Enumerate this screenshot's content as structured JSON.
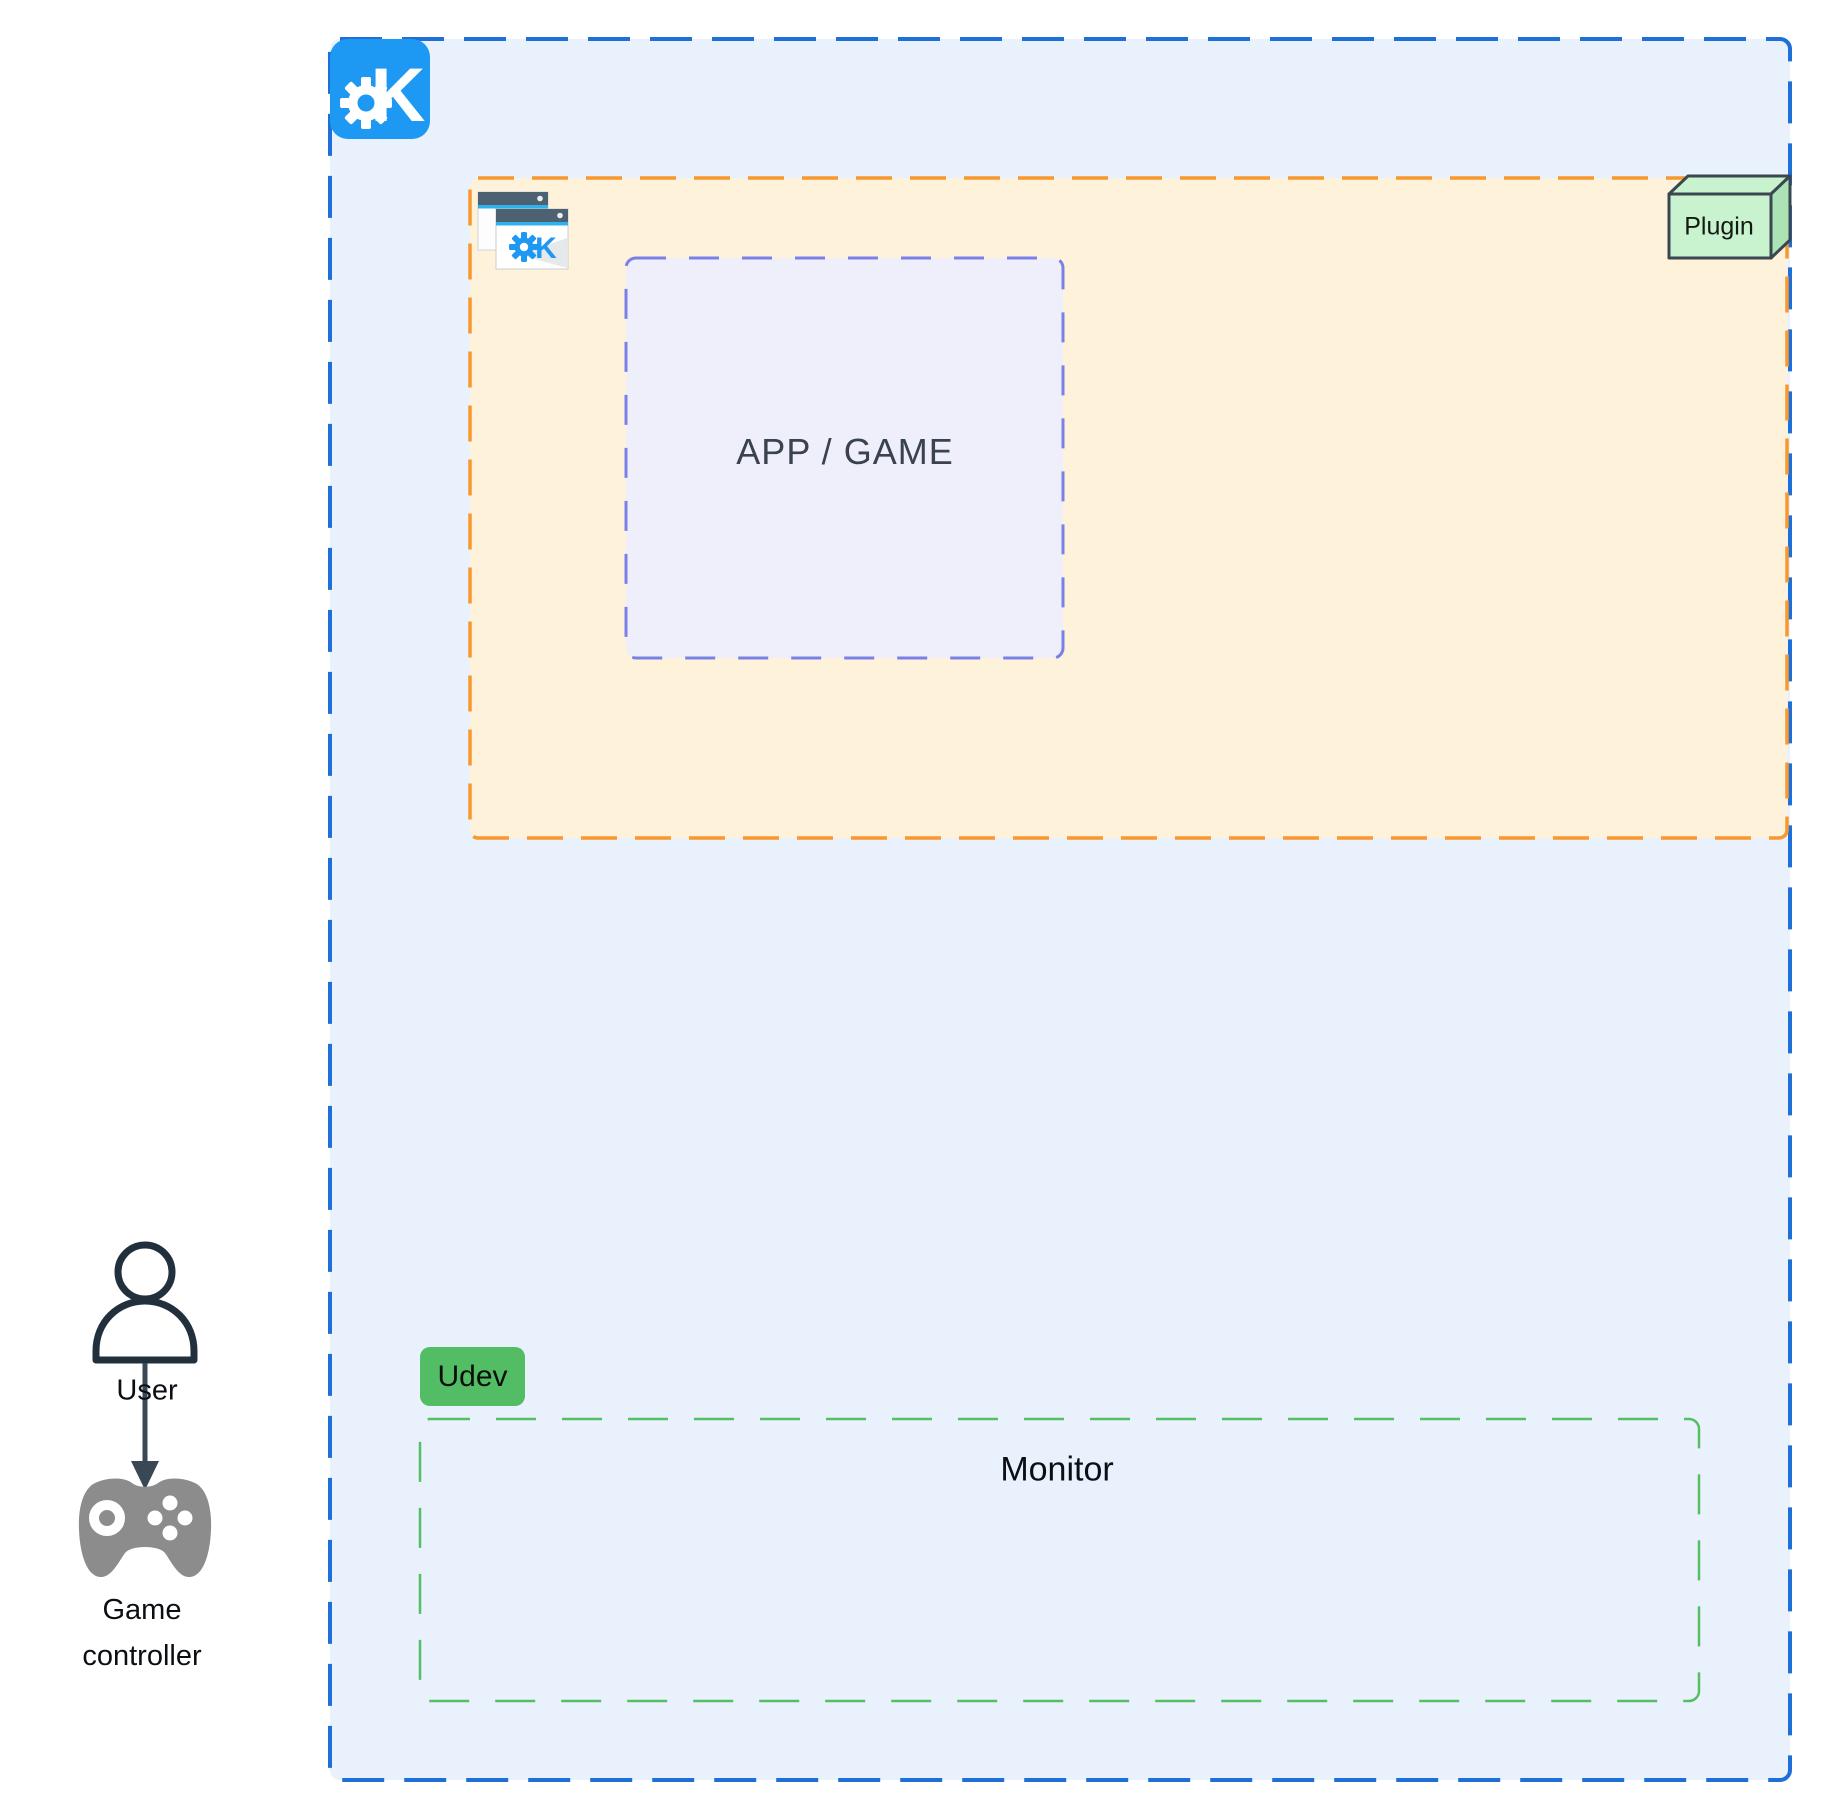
{
  "labels": {
    "app_game": "APP / GAME",
    "plugin": "Plugin",
    "udev": "Udev",
    "monitor": "Monitor",
    "user": "User",
    "game_controller_line1": "Game",
    "game_controller_line2": "controller"
  },
  "icons": {
    "kde_logo": "kde-logo-icon",
    "kde_logo_letter": "K",
    "kde_windows": "kde-windows-icon",
    "kde_window_logo_letter": "K",
    "plugin_box": "plugin-3d-box-icon",
    "user_person": "user-person-icon",
    "arrow": "arrow-user-to-controller",
    "gamepad": "game-controller-icon"
  },
  "colors": {
    "kde_blue": "#1D99F3",
    "outer_box_border": "#1E6FD8",
    "outer_box_fill": "#E9F1FC",
    "session_box_border": "#F8982F",
    "session_box_fill": "#FEF2DB",
    "app_box_border": "#7A80E8",
    "app_box_fill": "#EEEFFA",
    "monitor_box_border": "#55BE67",
    "udev_badge_fill": "#52BD64",
    "plugin_fill": "#C9F2CF",
    "plugin_border": "#3A4750",
    "person_outline": "#22303E",
    "gamepad_gray": "#8C8C8C",
    "arrow_color": "#3A4754"
  }
}
